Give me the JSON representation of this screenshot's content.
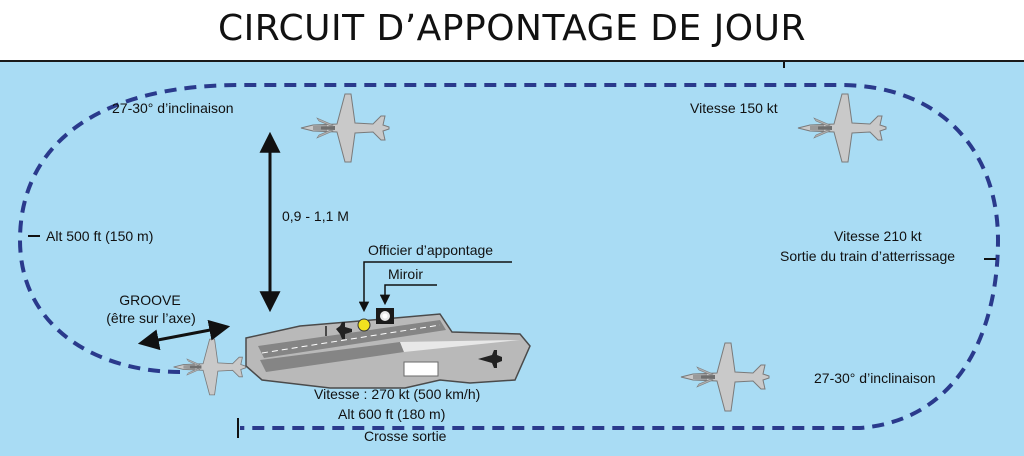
{
  "title": "CIRCUIT D’APPONTAGE DE JOUR",
  "colors": {
    "sea": "#a9dcf4",
    "circuit": "#2a3a8c",
    "carrier": "#b9b9b9",
    "runway": "#858585",
    "signal": "#f1e21f",
    "ink": "#111111"
  },
  "labels": {
    "bank_top_left": "27-30° d’inclinaison",
    "speed_downwind_start": "Vitesse 150 kt",
    "distance": "0,9 - 1,1 M",
    "altitude_downwind": "Alt 500 ft (150 m)",
    "speed_gear_line1": "Vitesse 210 kt",
    "speed_gear_line2": "Sortie du train d’atterrissage",
    "lso": "Officier d’appontage",
    "mirror": "Miroir",
    "groove_line1": "GROOVE",
    "groove_line2": "(être sur l’axe)",
    "bank_bottom_right": "27-30° d’inclinaison",
    "speed_overhead": "Vitesse : 270 kt (500 km/h)",
    "altitude_overhead": "Alt 600 ft (180 m)",
    "hook": "Crosse sortie"
  },
  "icons": [
    "aircraft-icon",
    "carrier-icon",
    "mirror-icon",
    "lso-marker-icon",
    "double-arrow-icon"
  ]
}
